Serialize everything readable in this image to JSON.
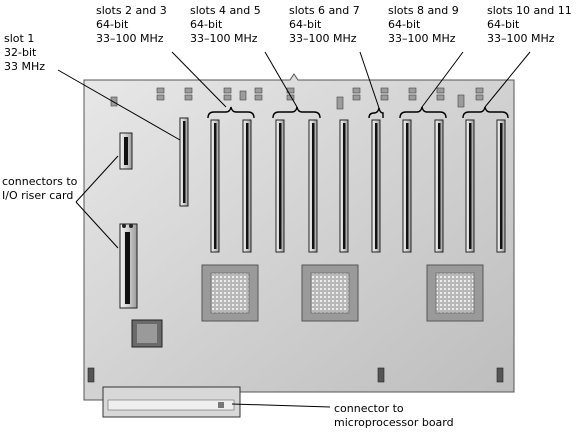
{
  "labels": {
    "slot1": [
      "slot 1",
      "32-bit",
      "33 MHz"
    ],
    "slots23": [
      "slots 2 and 3",
      "64-bit",
      "33–100 MHz"
    ],
    "slots45": [
      "slots 4 and 5",
      "64-bit",
      "33–100 MHz"
    ],
    "slots67": [
      "slots 6 and 7",
      "64-bit",
      "33–100 MHz"
    ],
    "slots89": [
      "slots 8 and 9",
      "64-bit",
      "33–100 MHz"
    ],
    "slots1011": [
      "slots 10 and 11",
      "64-bit",
      "33–100 MHz"
    ],
    "io_riser": [
      "connectors to",
      "I/O riser card"
    ],
    "micro": [
      "connector to",
      "microprocessor board"
    ]
  }
}
